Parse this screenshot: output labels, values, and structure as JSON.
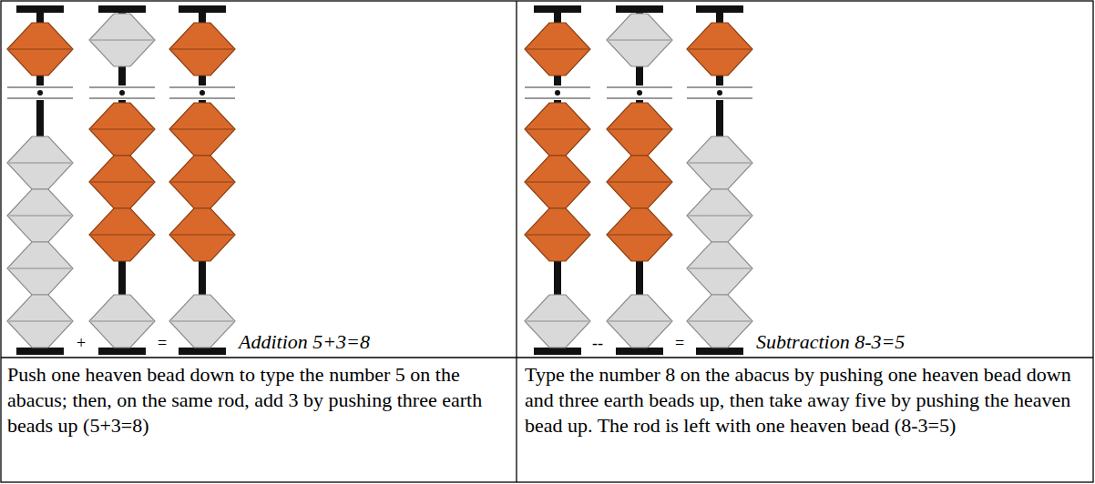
{
  "diagram": {
    "labels": [
      "+",
      "=",
      "Addition 5+3=8",
      "--",
      "=",
      "Subtraction 8-3=5",
      "Push one heaven bead down to type the number 5 on the abacus; then, on the same rod, add 3 by pushing three earth beads up (5+3=8)",
      "Type the number 8 on the abacus by pushing one heaven bead down and three earth beads up, then take away five by pushing the heaven bead up. The rod is left with one heaven bead (8-3=5)"
    ]
  }
}
